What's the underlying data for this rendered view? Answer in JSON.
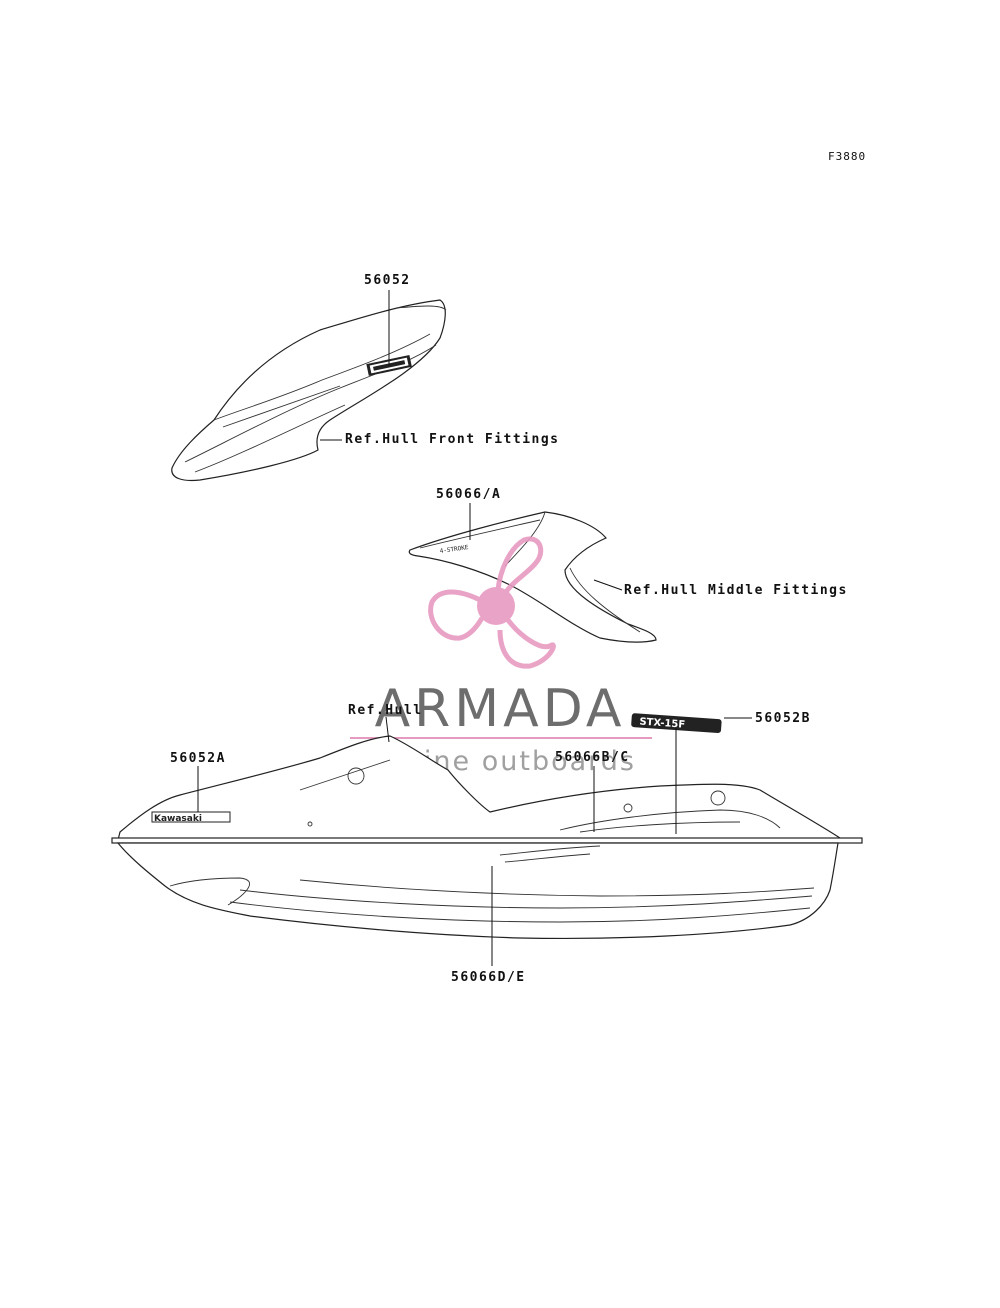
{
  "figure_code": "F3880",
  "labels": {
    "front_part_no": "56052",
    "front_ref": "Ref.Hull Front Fittings",
    "middle_part_no": "56066/A",
    "middle_ref": "Ref.Hull Middle Fittings",
    "hull_ref": "Ref.Hull",
    "side_front_part_no": "56052A",
    "rear_decal_part_no": "56052B",
    "deck_decal_part_no": "56066B/C",
    "lower_part_no": "56066D/E"
  },
  "watermark": {
    "title": "ARMADA",
    "subtitle": "marine outboards",
    "accent_color": "#e79ac0",
    "text_color": "#6d6d6d"
  },
  "decal_text": {
    "brand": "Kawasaki",
    "model": "STX-15F",
    "stroke": "4-STROKE"
  }
}
